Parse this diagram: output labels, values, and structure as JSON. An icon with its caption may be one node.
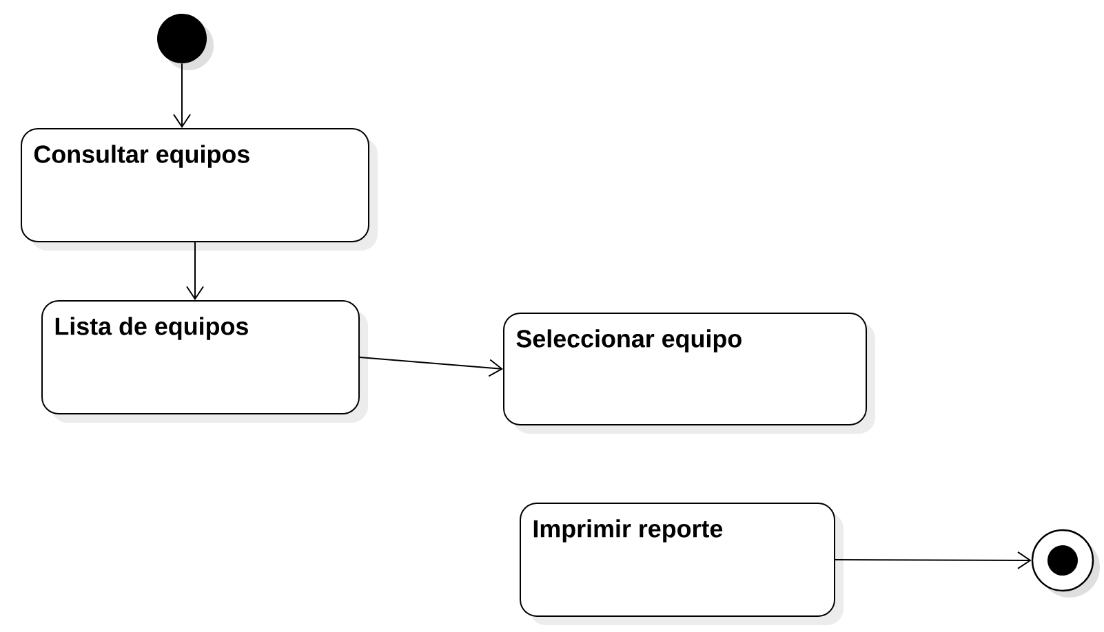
{
  "diagram": {
    "nodes": [
      {
        "text": [],
        "shape": "circle"
      },
      {
        "text": [
          "Consultar equipos"
        ]
      },
      {
        "text": [
          "Lista de equipos"
        ]
      },
      {
        "text": [
          "Seleccionar equipo"
        ]
      },
      {
        "text": [
          "Imprimir reporte"
        ]
      },
      {
        "text": [],
        "shape": "bullseye"
      }
    ],
    "edges": [
      {
        "from": 0,
        "to": 1,
        "arrow": "to"
      },
      {
        "from": 1,
        "to": 2,
        "arrow": "to"
      },
      {
        "from": 2,
        "to": 3,
        "arrow": "to"
      },
      {
        "from": 4,
        "to": 5,
        "arrow": "to"
      }
    ]
  }
}
